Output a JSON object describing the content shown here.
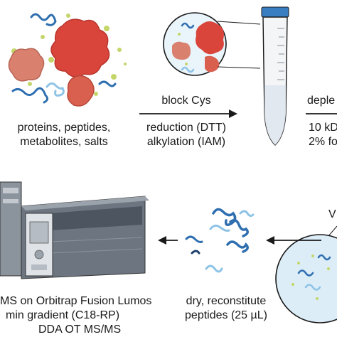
{
  "step1": {
    "caption_line1": "proteins, peptides,",
    "caption_line2": "metabolites, salts"
  },
  "step2": {
    "arrow_label_top": "block Cys",
    "arrow_label_line1": "reduction (DTT)",
    "arrow_label_line2": "alkylation (IAM)"
  },
  "step3": {
    "label_top_partial": "deple",
    "label_line1_partial": "10 kD",
    "label_line2_partial": "2% fo"
  },
  "step_right_partial": "V",
  "step5": {
    "caption_line1": "dry, reconstitute",
    "caption_line2": "peptides (25 µL)"
  },
  "step6": {
    "caption_line1": "MS on Orbitrap Fusion Lumos",
    "caption_line2": "min gradient (C18-RP)",
    "caption_line3": "DDA OT MS/MS"
  },
  "colors": {
    "protein_red": "#d9453b",
    "protein_salmon": "#d9806f",
    "peptide_blue": "#2f6fb0",
    "peptide_light": "#8ec3e6",
    "metabolite_green": "#c3d66a",
    "instrument_grey": "#6d7580"
  }
}
